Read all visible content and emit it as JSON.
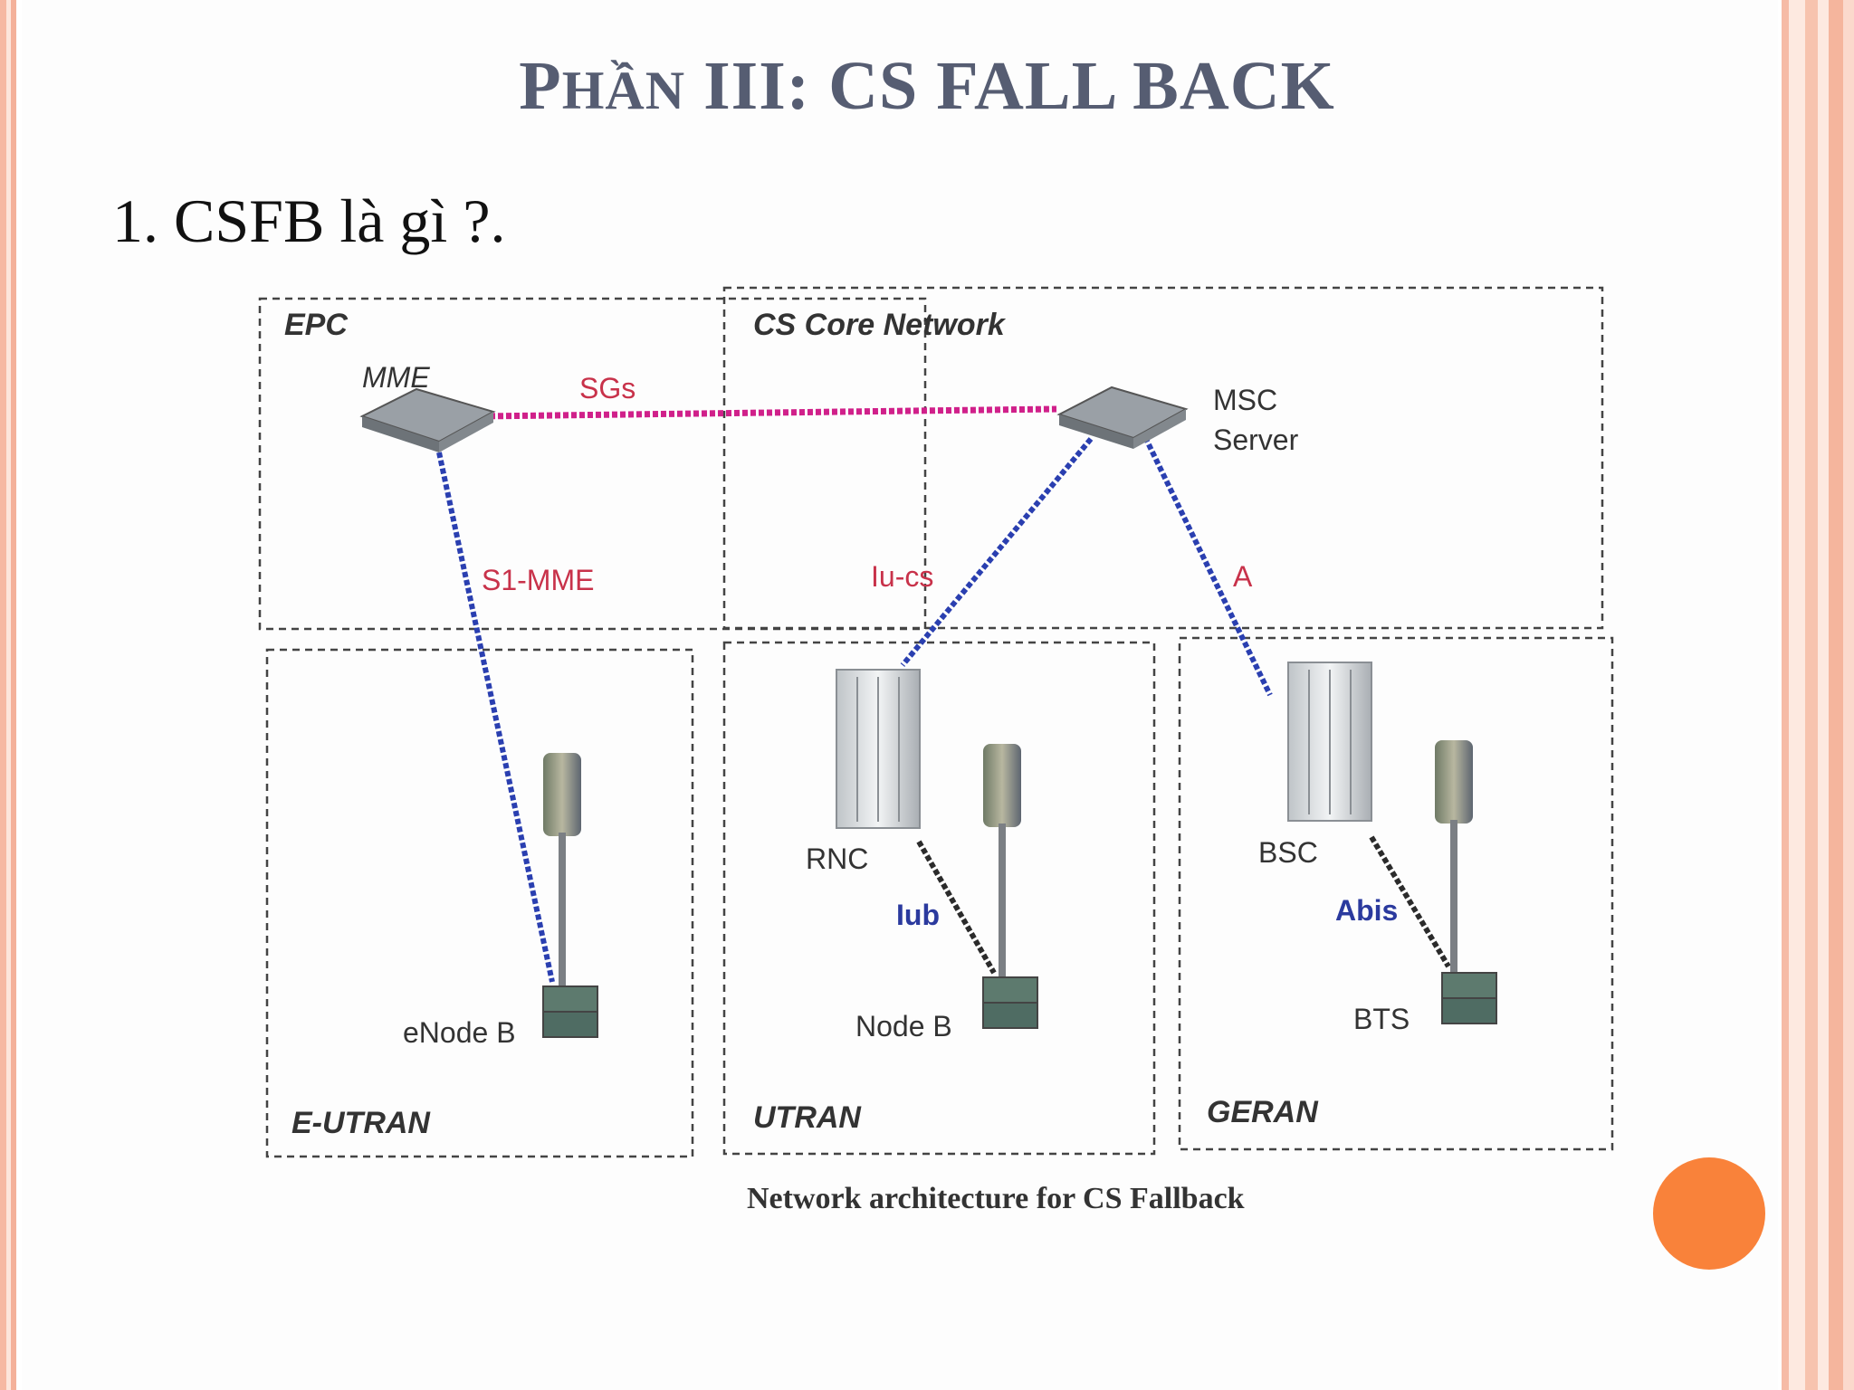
{
  "slide": {
    "title": "PHẦN III: CS FALL BACK",
    "title_first": "P",
    "title_rest_small": "HẦN",
    "title_tail": " III: CS FALL BACK",
    "subtitle": "1. CSFB là gì ?."
  },
  "diagram": {
    "regions": {
      "epc": "EPC",
      "cs_core": "CS Core Network",
      "eutran": "E-UTRAN",
      "utran": "UTRAN",
      "geran": "GERAN"
    },
    "nodes": {
      "mme": "MME",
      "msc_line1": "MSC",
      "msc_line2": "Server",
      "rnc": "RNC",
      "bsc": "BSC",
      "enodeb": "eNode B",
      "nodeb": "Node B",
      "bts": "BTS"
    },
    "interfaces": {
      "sgs": "SGs",
      "s1mme": "S1-MME",
      "iucs": "Iu-cs",
      "a": "A",
      "iub": "Iub",
      "abis": "Abis"
    },
    "caption": "Network architecture for CS Fallback",
    "colors": {
      "interface_label": "#c8324a",
      "interface_label_blue": "#2b3a9e",
      "sgs_link": "#d0208a",
      "core_link": "#2a3fb0",
      "access_link": "#2b2b2b"
    }
  },
  "decor": {
    "accent_dot_color": "#f9823a"
  }
}
